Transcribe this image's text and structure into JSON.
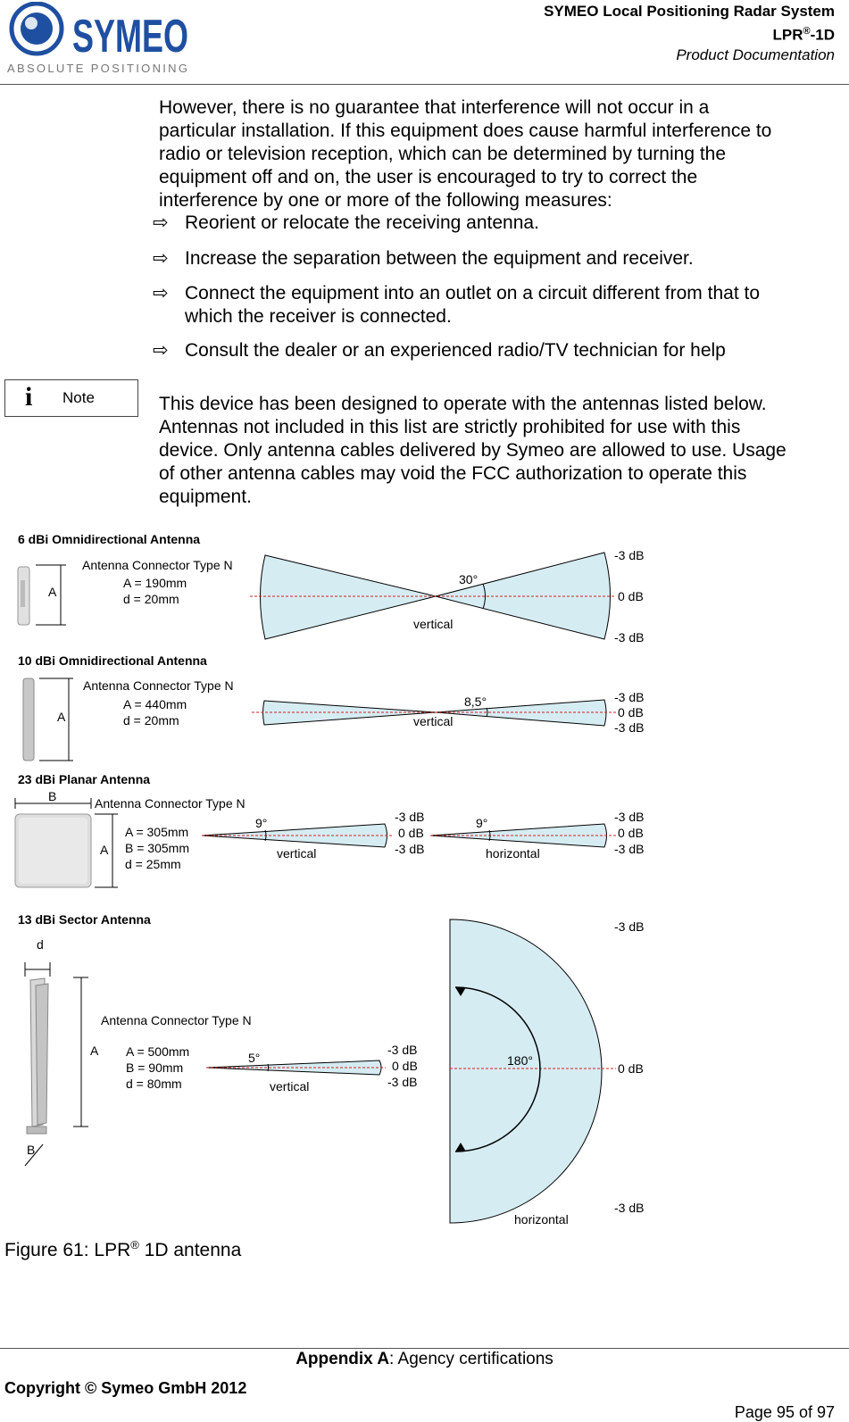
{
  "header": {
    "logo_text": "SYMEO",
    "logo_tagline": "ABSOLUTE POSITIONING",
    "title_line1": "SYMEO Local Positioning Radar System",
    "title_line2_main": "LPR",
    "title_line2_reg": "®",
    "title_line2_suffix": "-1D",
    "title_line3": "Product Documentation"
  },
  "intro_paragraph": [
    "However, there is no guarantee that interference will not occur in a",
    "particular installation. If this equipment does cause harmful interference to",
    "radio or television reception, which can be determined by turning the",
    "equipment off and on, the user is encouraged to try to correct the",
    "interference by one or more of the following measures:"
  ],
  "bullets": [
    [
      "Reorient or relocate the receiving antenna."
    ],
    [
      "Increase the separation between the equipment and receiver."
    ],
    [
      "Connect the equipment into an outlet on a circuit different from that to",
      "which the receiver is connected."
    ],
    [
      "Consult the dealer or an experienced radio/TV technician for help"
    ]
  ],
  "bullet_symbol": "⇨",
  "note": {
    "icon": "info-icon",
    "icon_glyph": "i",
    "label": "Note",
    "text": [
      "This device has been designed to operate with the antennas listed below.",
      "Antennas not included in this list are strictly prohibited for use with this",
      "device. Only antenna cables delivered by Symeo are allowed to use. Usage",
      "of other antenna cables may void the FCC authorization to operate this",
      "equipment."
    ]
  },
  "antennas": {
    "omni6": {
      "title": "6 dBi Omnidirectional Antenna",
      "connector": "Antenna Connector Type N",
      "dim_a": "A = 190mm",
      "dim_d": "d =   20mm",
      "dim_letter": "A",
      "angle": "30°",
      "plane": "vertical",
      "db_top": "-3 dB",
      "db_mid": "0 dB",
      "db_bot": "-3 dB"
    },
    "omni10": {
      "title": "10 dBi Omnidirectional  Antenna",
      "connector": "Antenna Connector Type N",
      "dim_a": "A = 440mm",
      "dim_d": "d =   20mm",
      "dim_letter": "A",
      "angle": "8,5°",
      "plane": "vertical",
      "db_top": "-3 dB",
      "db_mid": "0 dB",
      "db_bot": "-3 dB"
    },
    "planar23": {
      "title": "23 dBi Planar Antenna",
      "connector": "Antenna Connector Type N",
      "dim_a": "A = 305mm",
      "dim_b": "B = 305mm",
      "dim_d": "d =   25mm",
      "letter_b": "B",
      "letter_a": "A",
      "v_angle": "9°",
      "v_plane": "vertical",
      "h_angle": "9°",
      "h_plane": "horizontal",
      "v_db_top": "-3 dB",
      "v_db_mid": "0 dB",
      "v_db_bot": "-3 dB",
      "h_db_top": "-3 dB",
      "h_db_mid": "0 dB",
      "h_db_bot": "-3 dB"
    },
    "sector13": {
      "title": "13 dBi Sector Antenna",
      "connector": "Antenna Connector Type N",
      "dim_a": "A = 500mm",
      "dim_b": "B =   90mm",
      "dim_d": "d =   80mm",
      "letter_d": "d",
      "letter_a": "A",
      "letter_b": "B",
      "v_angle": "5°",
      "v_plane": "vertical",
      "v_db_top": "-3 dB",
      "v_db_mid": "0 dB",
      "v_db_bot": "-3 dB",
      "h_angle": "180°",
      "h_plane": "horizontal",
      "h_db_top": "-3 dB",
      "h_db_mid": "0 dB",
      "h_db_bot": "-3 dB"
    }
  },
  "figure_caption": {
    "prefix": "Figure 61: LPR",
    "reg": "®",
    "suffix": " 1D antenna"
  },
  "footer": {
    "appendix_bold": "Appendix A",
    "appendix_rest": ": Agency certifications",
    "copyright": "Copyright © Symeo GmbH 2012",
    "page": "Page 95 of 97"
  },
  "colors": {
    "beam_fill": "#d6ecf3",
    "axis_red": "#d22020",
    "logo_blue": "#1f4fa0"
  }
}
